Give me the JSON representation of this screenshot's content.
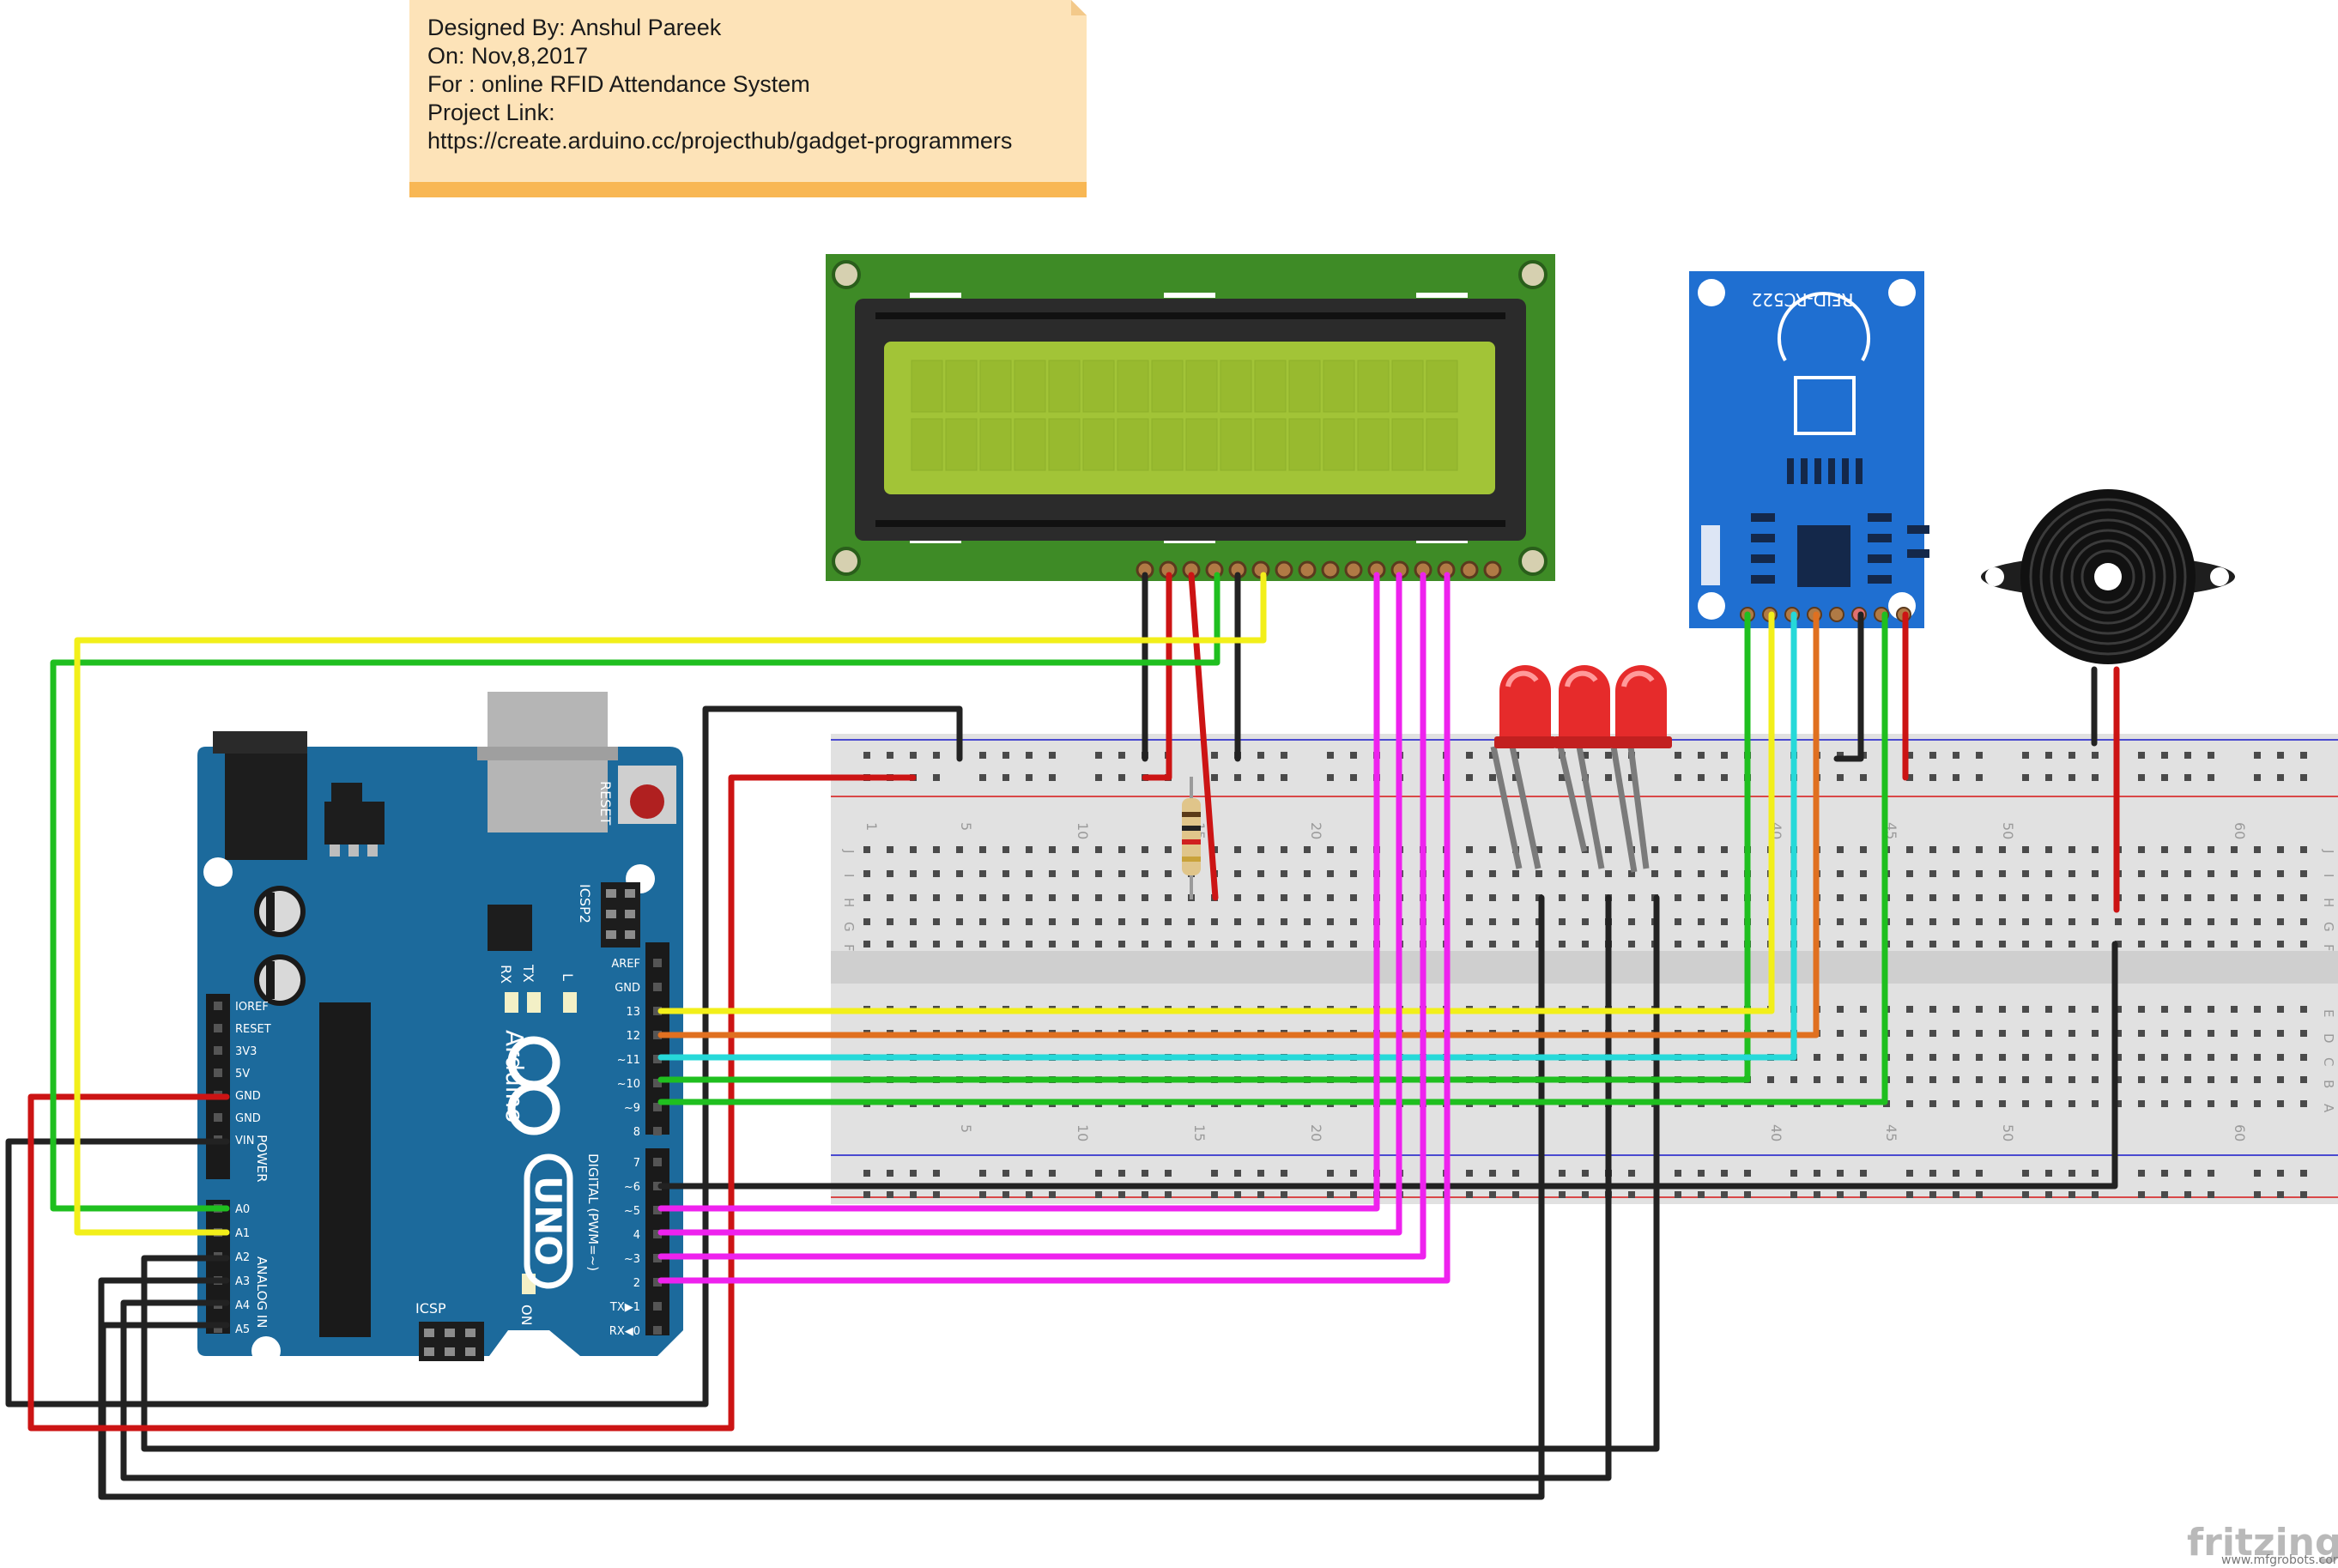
{
  "note": {
    "lines": [
      "Designed By: Anshul Pareek",
      "On: Nov,8,2017",
      "For : online RFID Attendance System",
      "Project Link:",
      "https://create.arduino.cc/projecthub/gadget-programmers"
    ]
  },
  "arduino": {
    "brand": "Arduino",
    "model": "UNO",
    "reset_label": "RESET",
    "icsp_label": "ICSP",
    "icsp2_label": "ICSP2",
    "on_label": "ON",
    "tx_label": "TX",
    "rx_label": "RX",
    "l_label": "L",
    "power_label": "POWER",
    "analog_label": "ANALOG IN",
    "digital_label": "DIGITAL (PWM=~)",
    "power_pins": [
      "IOREF",
      "RESET",
      "3V3",
      "5V",
      "GND",
      "GND",
      "VIN"
    ],
    "analog_pins": [
      "A0",
      "A1",
      "A2",
      "A3",
      "A4",
      "A5"
    ],
    "digital_top_pins": [
      "AREF",
      "GND",
      "13",
      "12",
      "~11",
      "~10",
      "~9",
      "8"
    ],
    "digital_bottom_pins": [
      "7",
      "~6",
      "~5",
      "4",
      "~3",
      "2",
      "TX▶1",
      "RX◀0"
    ]
  },
  "rfid": {
    "label": "RFID-RC522"
  },
  "breadboard": {
    "top_numbers": [
      "1",
      "5",
      "10",
      "15",
      "20",
      "40",
      "45",
      "50",
      "60"
    ],
    "bottom_numbers": [
      "5",
      "10",
      "15",
      "20",
      "40",
      "45",
      "50",
      "60"
    ],
    "row_letters_top": [
      "J",
      "I",
      "H",
      "G",
      "F"
    ],
    "row_letters_bottom": [
      "E",
      "D",
      "C",
      "B",
      "A"
    ]
  },
  "watermark": {
    "logo": "fritzing",
    "site": "www.mfgrobots.com"
  }
}
